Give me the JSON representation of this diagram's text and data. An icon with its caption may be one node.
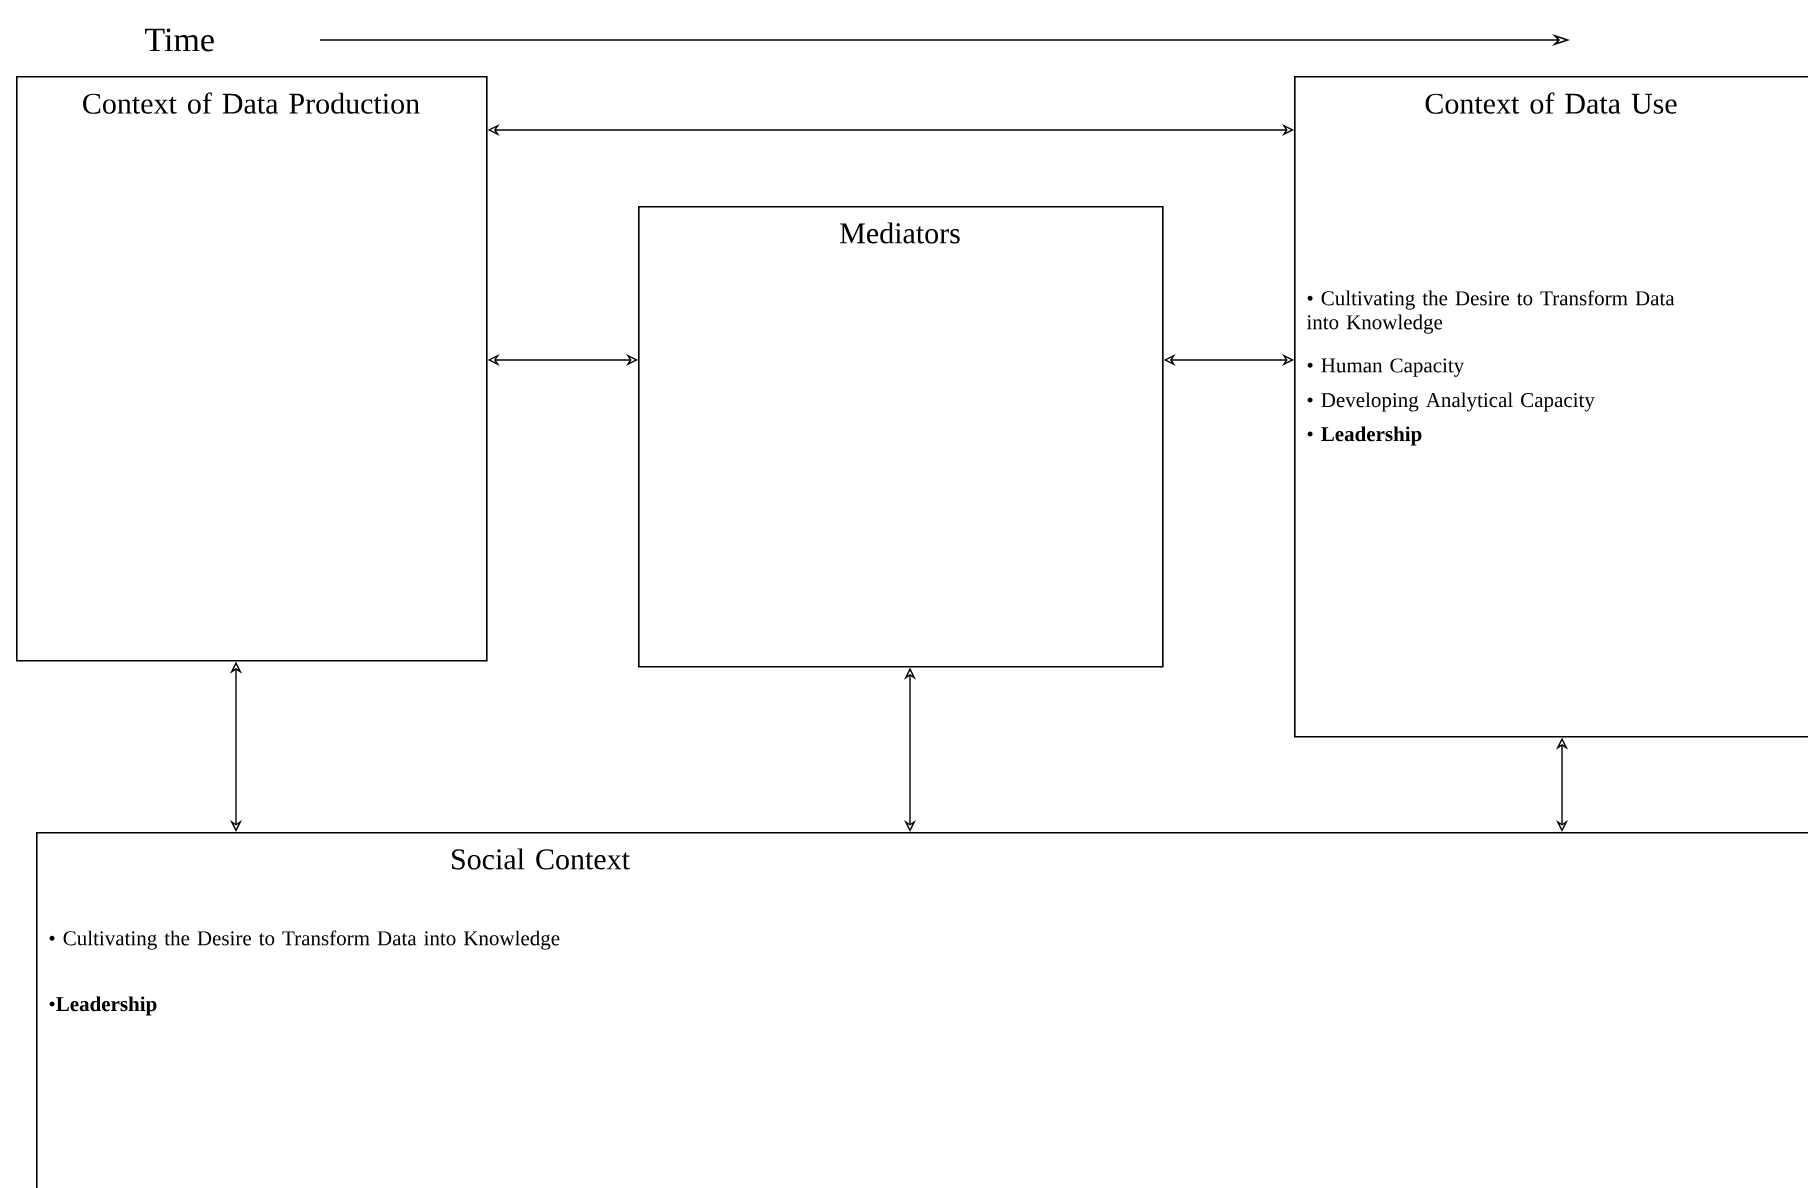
{
  "diagram": {
    "nodes": [
      {
        "text": [
          "Context of Data Production"
        ]
      },
      {
        "text": [
          "Mediators"
        ]
      },
      {
        "text": [
          "Context of Data Use",
          "• Cultivating the Desire to Transform Data into Knowledge",
          "• Human Capacity",
          "• Developing Analytical Capacity",
          "• **Leadership**"
        ]
      },
      {
        "text": [
          "Social Context",
          "• Cultivating the Desire to Transform Data into Knowledge",
          "•**Leadership**"
        ]
      }
    ],
    "edges": [
      {
        "from": 0,
        "to": 2,
        "arrow": "both"
      },
      {
        "from": 0,
        "to": 1,
        "arrow": "both"
      },
      {
        "from": 1,
        "to": 2,
        "arrow": "both"
      },
      {
        "from": 0,
        "to": 3,
        "arrow": "both"
      },
      {
        "from": 1,
        "to": 3,
        "arrow": "both"
      },
      {
        "from": 2,
        "to": 3,
        "arrow": "both"
      }
    ],
    "labels": [
      "Time"
    ]
  }
}
